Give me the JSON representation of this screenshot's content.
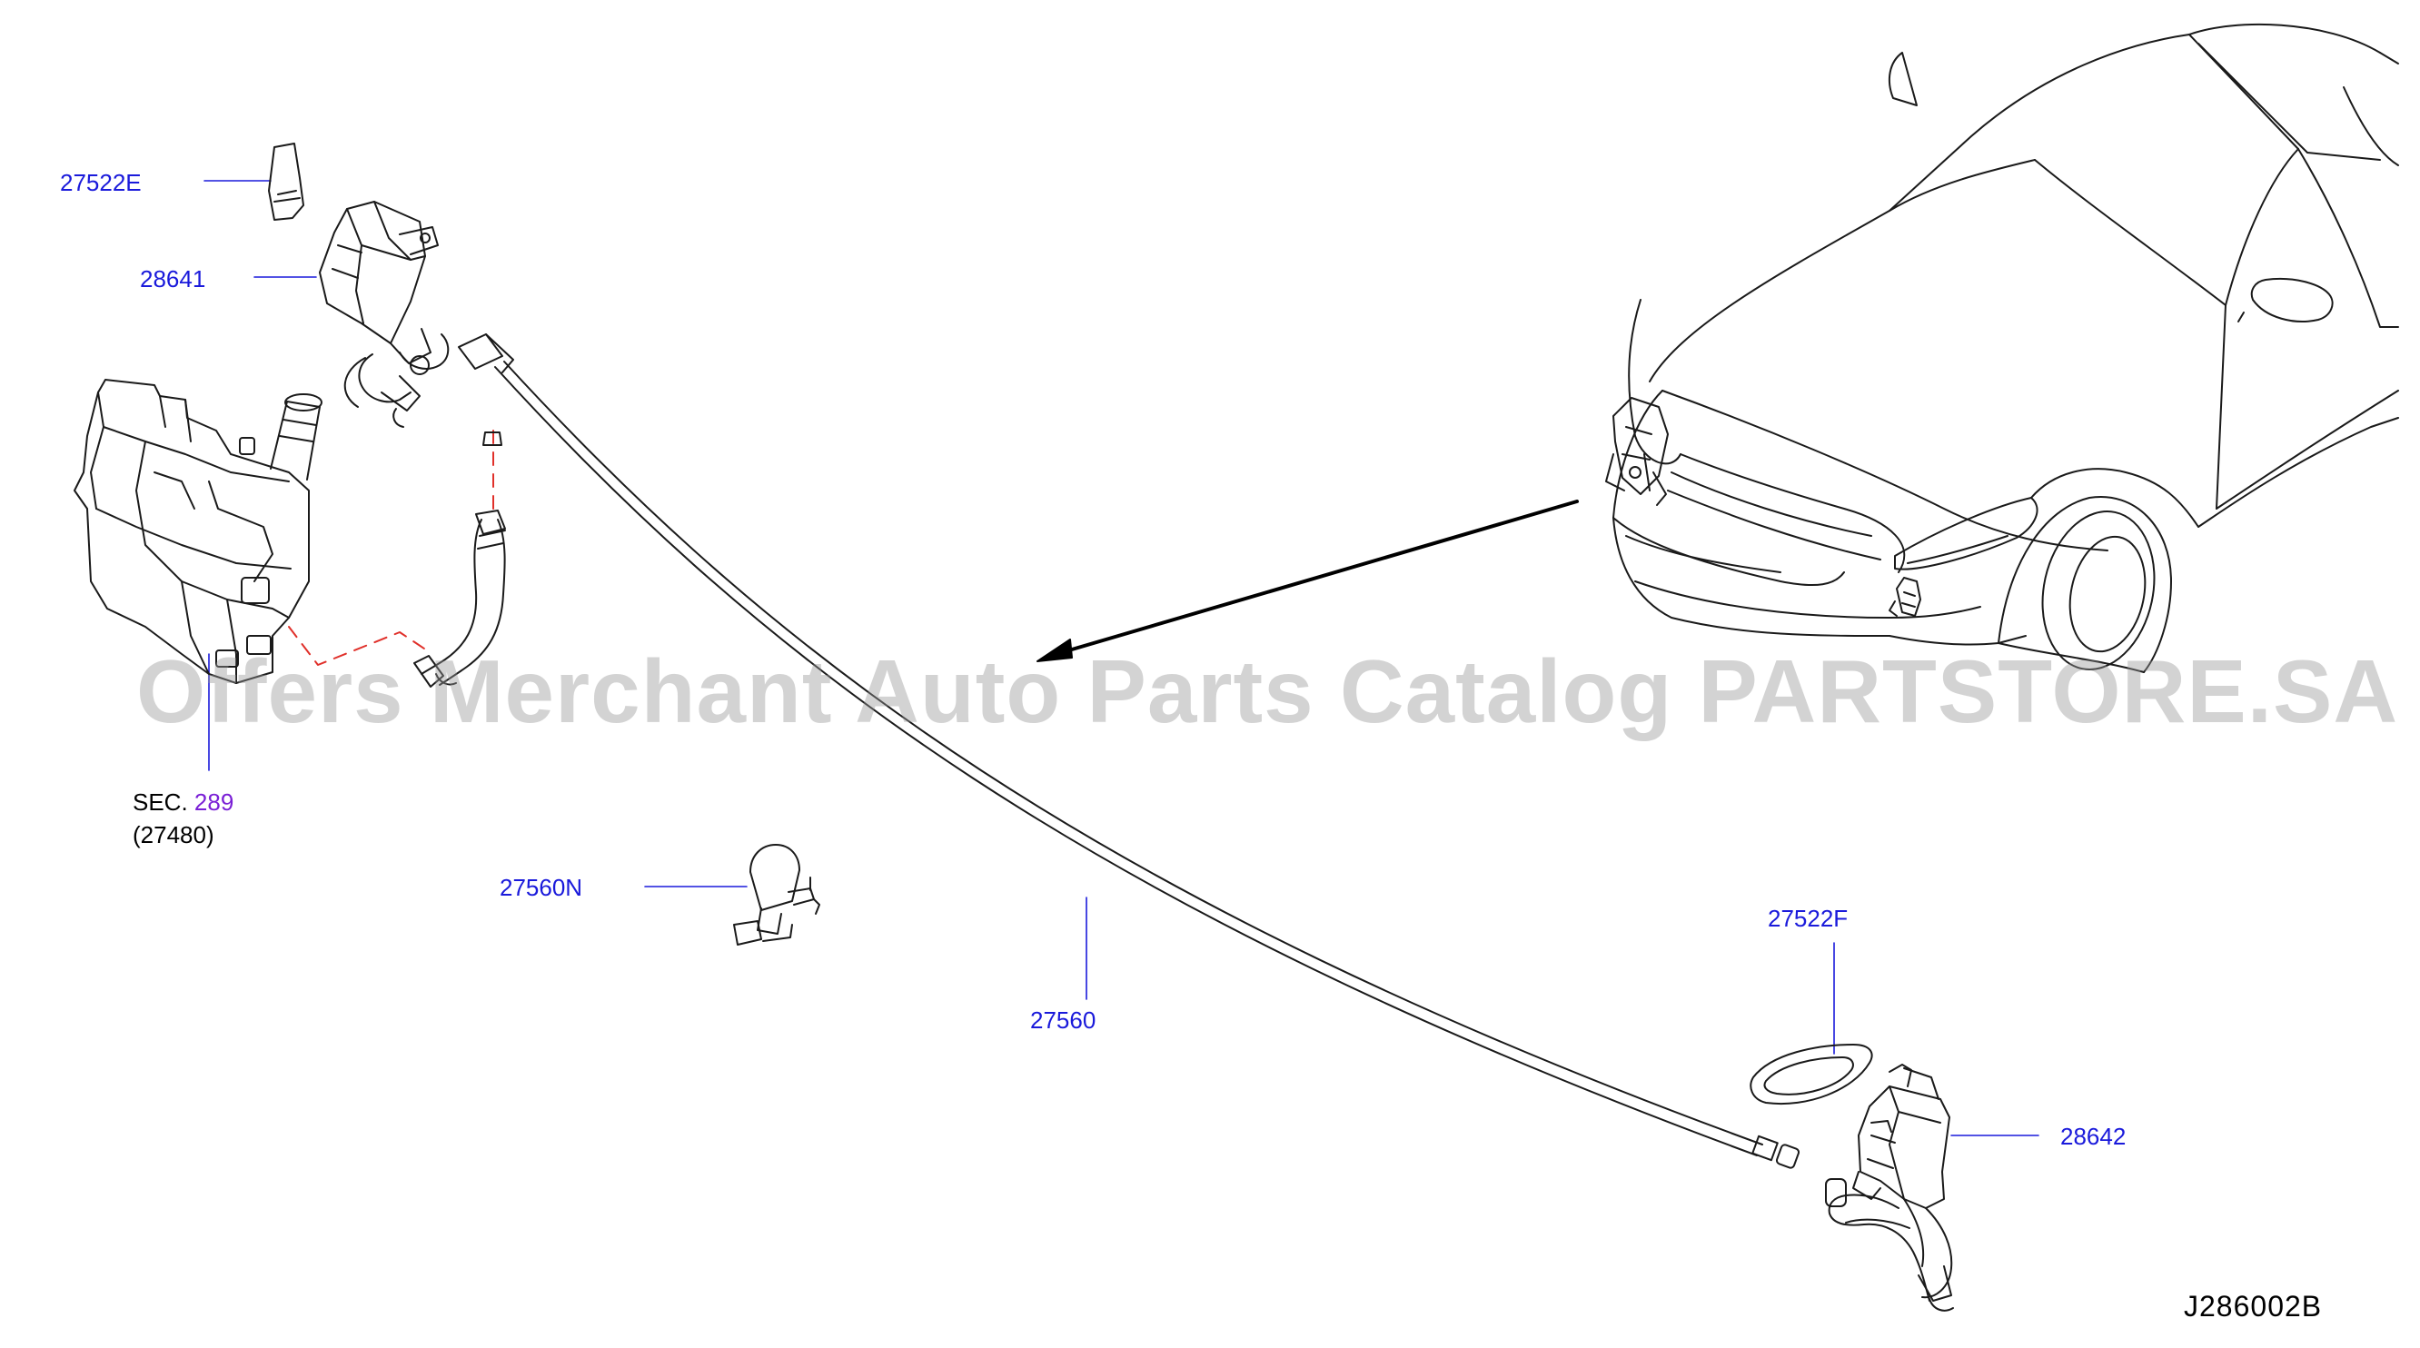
{
  "diagram": {
    "callouts": {
      "p27522E": "27522E",
      "p28641": "28641",
      "p27560N": "27560N",
      "p27560": "27560",
      "p27522F": "27522F",
      "p28642": "28642"
    },
    "section_ref": {
      "prefix": "SEC.",
      "number": "289",
      "sub": "(27480)"
    },
    "drawing_id": "J286002B",
    "watermark": "Offers Merchant Auto Parts Catalog PARTSTORE.SA"
  },
  "colors": {
    "callout": "#1a1adb",
    "section_link": "#7a1fd6",
    "dash_line": "#e0302a",
    "linework": "#1a1a1a"
  }
}
